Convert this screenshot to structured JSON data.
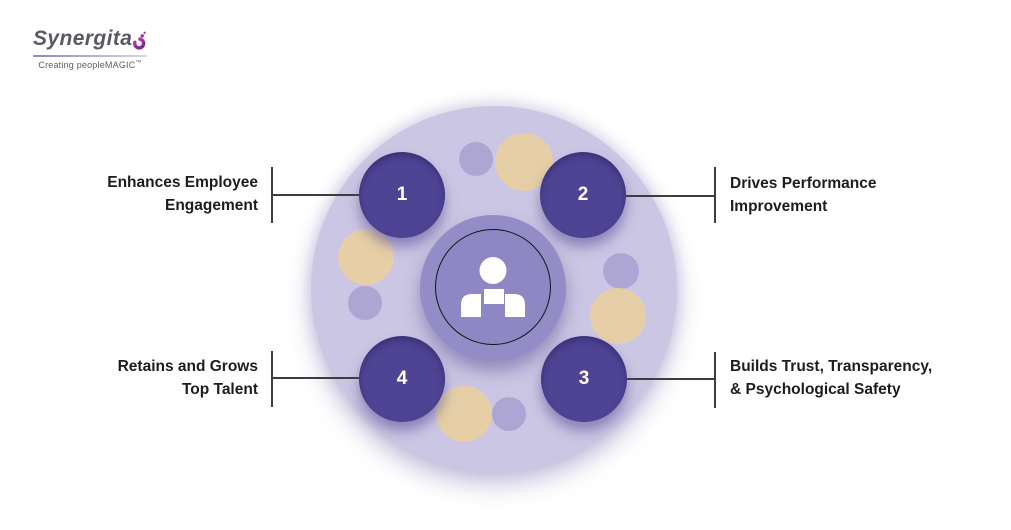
{
  "logo": {
    "brand": "Synergita",
    "tagline": "Creating peopleMAGIC",
    "tagline_mark": "™"
  },
  "diagram": {
    "center_icon": "person-icon",
    "items": [
      {
        "number": "1",
        "lines": [
          "Enhances Employee",
          "Engagement"
        ],
        "side": "left-top"
      },
      {
        "number": "2",
        "lines": [
          "Drives Performance",
          "Improvement"
        ],
        "side": "right-top"
      },
      {
        "number": "3",
        "lines": [
          "Builds Trust, Transparency,",
          "& Psychological Safety"
        ],
        "side": "right-bottom"
      },
      {
        "number": "4",
        "lines": [
          "Retains and Grows",
          "Top Talent"
        ],
        "side": "left-bottom"
      }
    ],
    "colors": {
      "outer_circle": "#cbc6e3",
      "numbered_circle": "#4f4494",
      "center_circle": "#8f87c3",
      "tan_accent": "#e6cfa6",
      "lavender_accent": "#ada6d5",
      "connector_line": "#3d3d3d",
      "label_text": "#1d1d1f",
      "brand_purple": "#a636a0"
    }
  }
}
